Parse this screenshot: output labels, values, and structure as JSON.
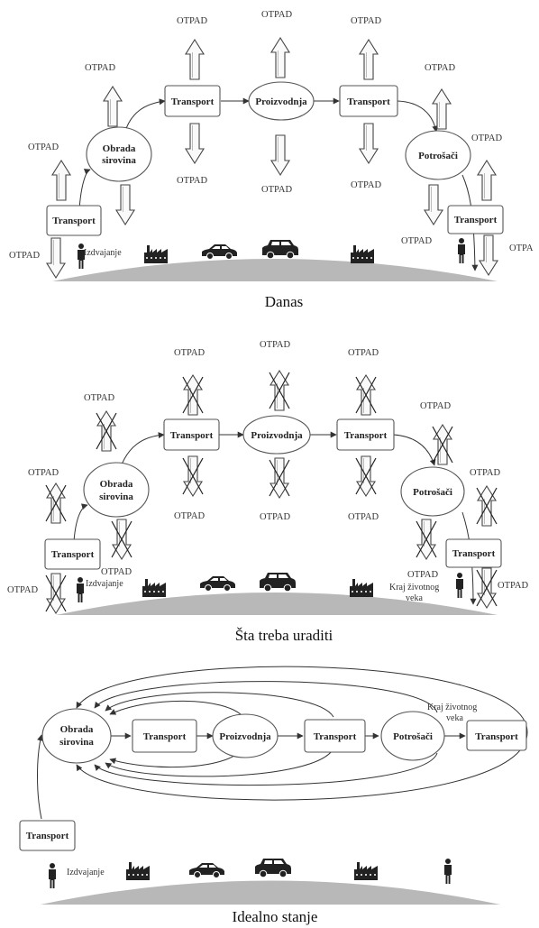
{
  "panels": {
    "danas": {
      "caption": "Danas",
      "nodes": {
        "obrada_line1": "Obrada",
        "obrada_line2": "sirovina",
        "transport_1": "Transport",
        "proizvodnja": "Proizvodnja",
        "transport_2": "Transport",
        "potrosaci": "Potrošači",
        "transport_left": "Transport",
        "transport_right": "Transport"
      },
      "izdvajanje": "Izdvajanje",
      "otpad": "OTPAD",
      "otpad_cut": "OTPA"
    },
    "sta_treba": {
      "caption": "Šta treba uraditi",
      "nodes": {
        "obrada_line1": "Obrada",
        "obrada_line2": "sirovina",
        "transport_1": "Transport",
        "proizvodnja": "Proizvodnja",
        "transport_2": "Transport",
        "potrosaci": "Potrošači",
        "transport_left": "Transport",
        "transport_right": "Transport"
      },
      "izdvajanje": "Izdvajanje",
      "kraj_line1": "Kraj životnog",
      "kraj_line2": "veka",
      "otpad": "OTPAD"
    },
    "idealno": {
      "caption": "Idealno stanje",
      "nodes": {
        "obrada_line1": "Obrada",
        "obrada_line2": "sirovina",
        "transport_1": "Transport",
        "proizvodnja": "Proizvodnja",
        "transport_2": "Transport",
        "potrosaci": "Potrošači",
        "transport_3": "Transport",
        "transport_left": "Transport"
      },
      "izdvajanje": "Izdvajanje",
      "kraj_line1": "Kraj životnog",
      "kraj_line2": "veka"
    }
  },
  "icons": [
    "person-icon",
    "factory-icon",
    "car-icon",
    "truck-icon"
  ]
}
